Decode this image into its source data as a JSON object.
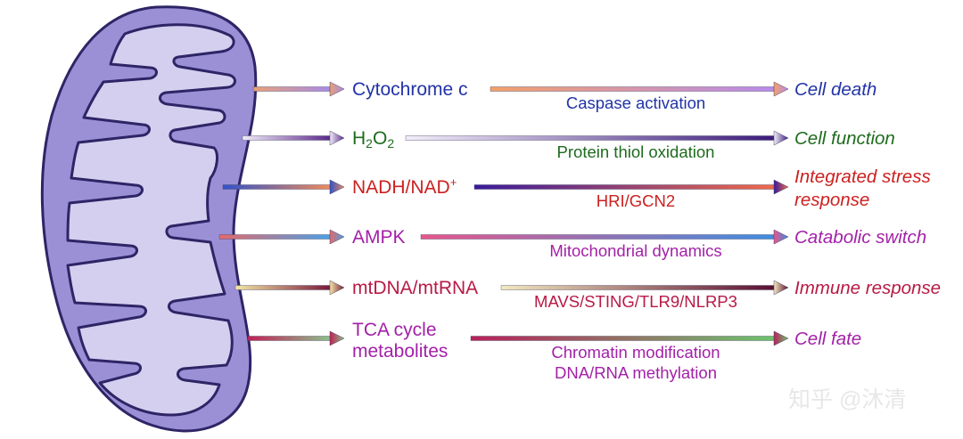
{
  "colors": {
    "mito_outer": "#9b90d6",
    "mito_inner": "#d4cfef",
    "mito_stroke": "#2d2565",
    "blue": "#2233a6",
    "green": "#1e6b1e",
    "red": "#cc2020",
    "magenta": "#a321a8",
    "crimson": "#b81a45"
  },
  "pathways": [
    {
      "signal": "Cytochrome c",
      "process_lines": [
        "Caspase activation"
      ],
      "outcome_lines": [
        "Cell death"
      ],
      "color": "#2233a6",
      "outcome_color": "#2233a6",
      "arrow1_colors": [
        "#e6a176",
        "#a98ae6"
      ],
      "arrow2_colors": [
        "#f2a06a",
        "#b88ae9"
      ]
    },
    {
      "signal": "H2O2",
      "signal_main": "H",
      "signal_sub": "2",
      "signal_mid": "O",
      "signal_sub2": "2",
      "process_lines": [
        "Protein thiol oxidation"
      ],
      "outcome_lines": [
        "Cell function"
      ],
      "color": "#1e6b1e",
      "outcome_color": "#1e6b1e",
      "arrow1_colors": [
        "#f1ecf8",
        "#5d2a8a"
      ],
      "arrow2_colors": [
        "#f3eef9",
        "#3c1b7a"
      ]
    },
    {
      "signal": "NADH/NAD+",
      "signal_main": "NADH/NAD",
      "signal_sup": "+",
      "process_lines": [
        "HRI/GCN2"
      ],
      "outcome_lines": [
        "Integrated stress",
        "response"
      ],
      "color": "#cc2020",
      "outcome_color": "#cc2020",
      "arrow1_colors": [
        "#3153c9",
        "#f08a5a"
      ],
      "arrow2_colors": [
        "#3a1a9a",
        "#f06a4a"
      ]
    },
    {
      "signal": "AMPK",
      "process_lines": [
        "Mitochondrial dynamics"
      ],
      "outcome_lines": [
        "Catabolic switch"
      ],
      "color": "#a321a8",
      "outcome_color": "#a321a8",
      "arrow1_colors": [
        "#e46a6a",
        "#4aa0e6"
      ],
      "arrow2_colors": [
        "#e8568a",
        "#3f8de0"
      ]
    },
    {
      "signal": "mtDNA/mtRNA",
      "process_lines": [
        "MAVS/STING/TLR9/NLRP3"
      ],
      "outcome_lines": [
        "Immune response"
      ],
      "color": "#b81a45",
      "outcome_color": "#b81a45",
      "arrow1_colors": [
        "#f3e7a5",
        "#7a1a3a"
      ],
      "arrow2_colors": [
        "#f3e9c0",
        "#5a1030"
      ]
    },
    {
      "signal": "TCA cycle metabolites",
      "signal_lines": [
        "TCA cycle",
        "metabolites"
      ],
      "process_lines": [
        "Chromatin modification",
        "DNA/RNA methylation"
      ],
      "outcome_lines": [
        "Cell fate"
      ],
      "color": "#a321a8",
      "outcome_color": "#a321a8",
      "arrow1_colors": [
        "#c21f55",
        "#8ac08a"
      ],
      "arrow2_colors": [
        "#b81f5a",
        "#6cc36c"
      ]
    }
  ],
  "watermark": "知乎 @沐清"
}
